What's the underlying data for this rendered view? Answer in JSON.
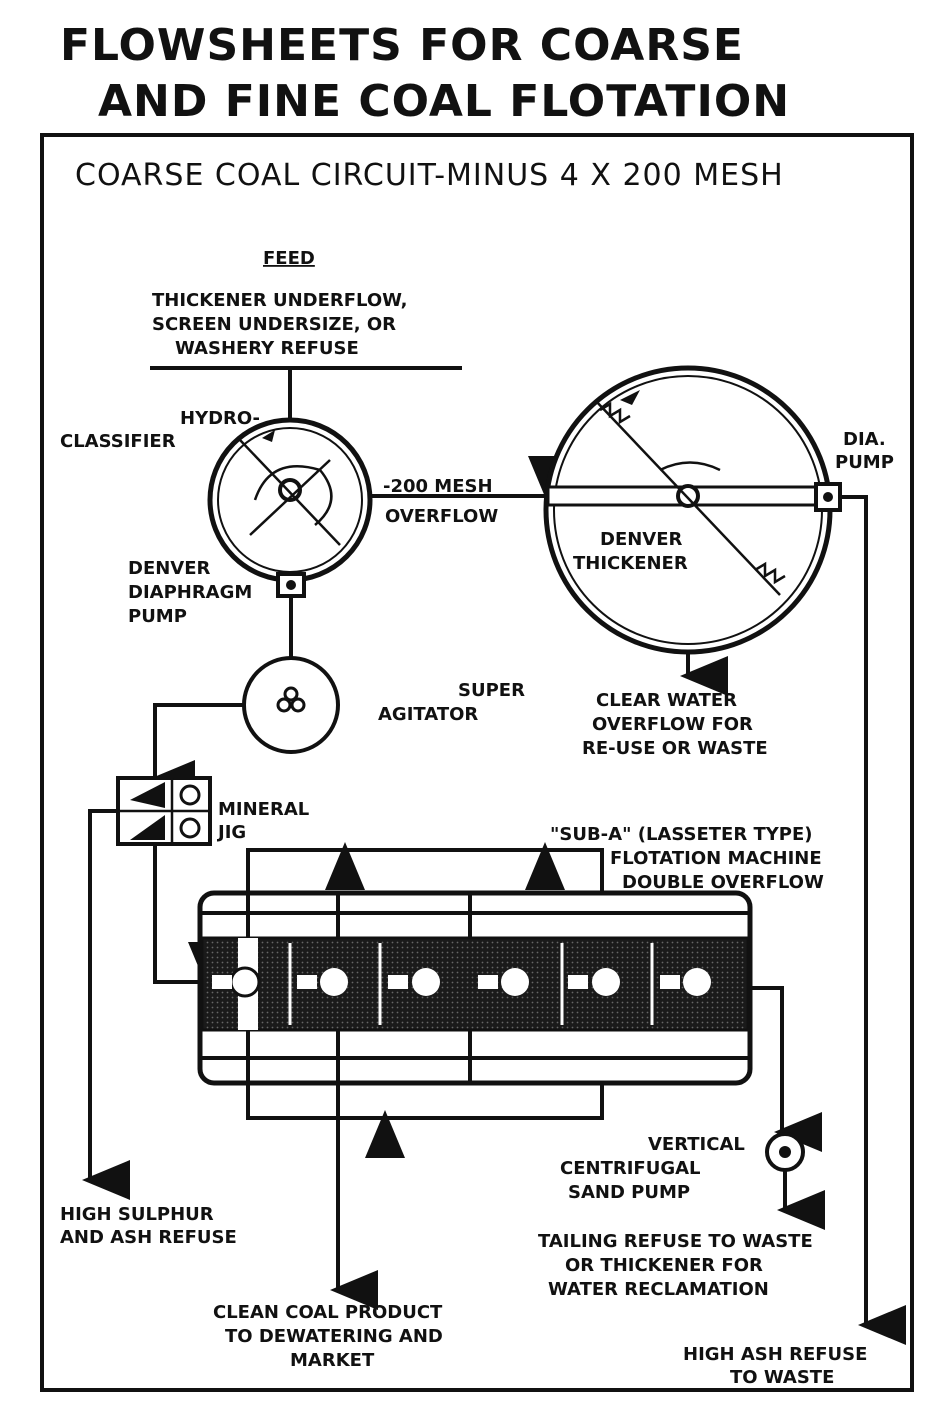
{
  "title": {
    "line1": "FLOWSHEETS FOR COARSE",
    "line2": "AND FINE COAL FLOTATION"
  },
  "subtitle": "COARSE COAL CIRCUIT-MINUS 4 X 200 MESH",
  "feed": {
    "heading": "FEED",
    "lines": [
      "THICKENER UNDERFLOW,",
      "SCREEN UNDERSIZE, OR",
      "WASHERY REFUSE"
    ]
  },
  "hydro_classifier": [
    "HYDRO-",
    "CLASSIFIER"
  ],
  "overflow_200": [
    "-200 MESH",
    "OVERFLOW"
  ],
  "diaphragm_pump": [
    "DENVER",
    "DIAPHRAGM",
    "PUMP"
  ],
  "thickener": [
    "DENVER",
    "THICKENER"
  ],
  "dia_pump": [
    "DIA.",
    "PUMP"
  ],
  "super_agitator": [
    "SUPER",
    "AGITATOR"
  ],
  "clear_water": [
    "CLEAR WATER",
    "OVERFLOW FOR",
    "RE-USE OR WASTE"
  ],
  "mineral_jig": [
    "MINERAL",
    "JIG"
  ],
  "flotation_machine": [
    "\"SUB-A\" (LASSETER TYPE)",
    "FLOTATION MACHINE",
    "DOUBLE OVERFLOW"
  ],
  "sand_pump": [
    "VERTICAL",
    "CENTRIFUGAL",
    "SAND PUMP"
  ],
  "high_sulphur": [
    "HIGH SULPHUR",
    "AND ASH REFUSE"
  ],
  "tailing": [
    "TAILING REFUSE TO WASTE",
    "OR THICKENER FOR",
    "WATER RECLAMATION"
  ],
  "clean_coal": [
    "CLEAN COAL PRODUCT",
    "TO DEWATERING AND",
    "MARKET"
  ],
  "high_ash": [
    "HIGH ASH REFUSE",
    "TO WASTE"
  ]
}
